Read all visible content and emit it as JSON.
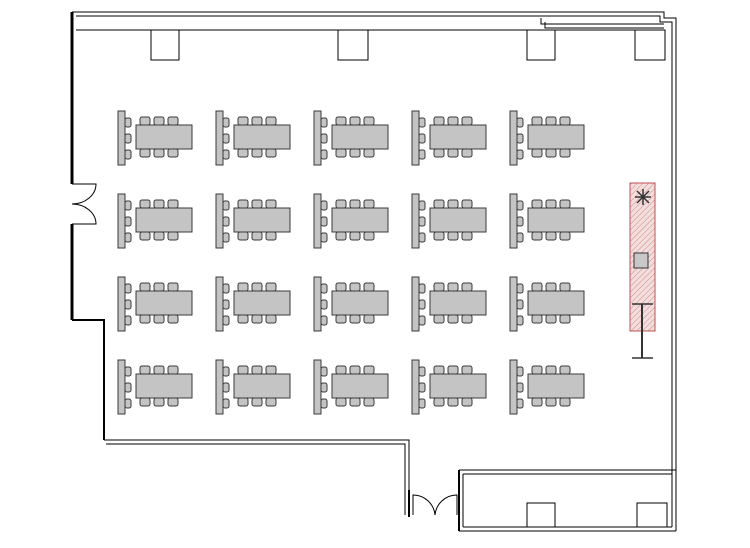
{
  "floor_plan": {
    "layout": {
      "rows": 4,
      "columns": 5,
      "seats_per_table_side": 3
    },
    "colors": {
      "wall": "#000000",
      "furniture_fill": "#c4c4c4",
      "furniture_stroke": "#3a3a3a",
      "presentation_fill": "#f2d6d6",
      "presentation_stroke": "#c05050"
    },
    "icons": [
      "door-swing-icon",
      "double-door-icon",
      "projector-icon",
      "screen-icon",
      "podium-icon"
    ]
  }
}
